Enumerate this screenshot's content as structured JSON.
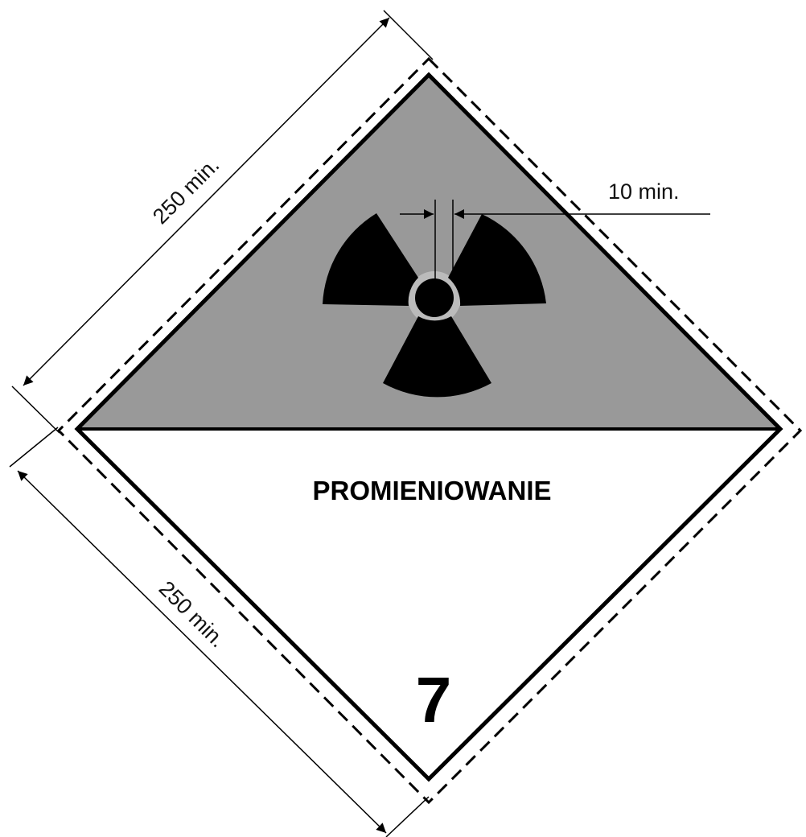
{
  "label": {
    "text": "PROMIENIOWANIE",
    "class_number": "7"
  },
  "dimensions": {
    "upper_left_side": "250 min.",
    "lower_left_side": "250 min.",
    "line_width": "10 min."
  },
  "colors": {
    "upper_half": "#999999",
    "lower_half": "#ffffff",
    "border": "#000000",
    "symbol": "#000000"
  },
  "symbol": "trefoil-radiation-icon"
}
